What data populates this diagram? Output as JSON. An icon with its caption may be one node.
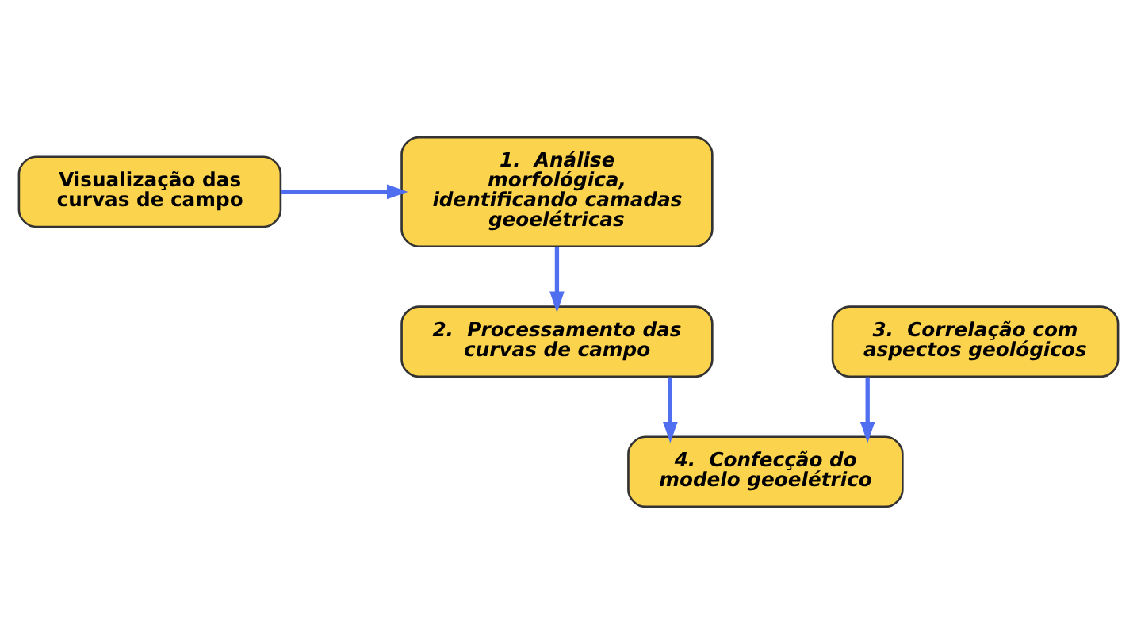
{
  "diagram": {
    "nodes": [
      {
        "text": [
          "Visualização das curvas de campo"
        ]
      },
      {
        "text": [
          "1.  Análise morfológica, identificando camadas geoelétricas"
        ]
      },
      {
        "text": [
          "2.  Processamento das curvas de campo"
        ]
      },
      {
        "text": [
          "3.  Correlação com aspectos geológicos"
        ]
      },
      {
        "text": [
          "4.  Confecção do modelo geoelétrico"
        ]
      }
    ],
    "edges": [
      {
        "from": 0,
        "to": 1,
        "arrow": "to"
      },
      {
        "from": 1,
        "to": 2,
        "arrow": "to"
      },
      {
        "from": 2,
        "to": 4,
        "arrow": "to"
      },
      {
        "from": 3,
        "to": 4,
        "arrow": "to"
      }
    ]
  }
}
